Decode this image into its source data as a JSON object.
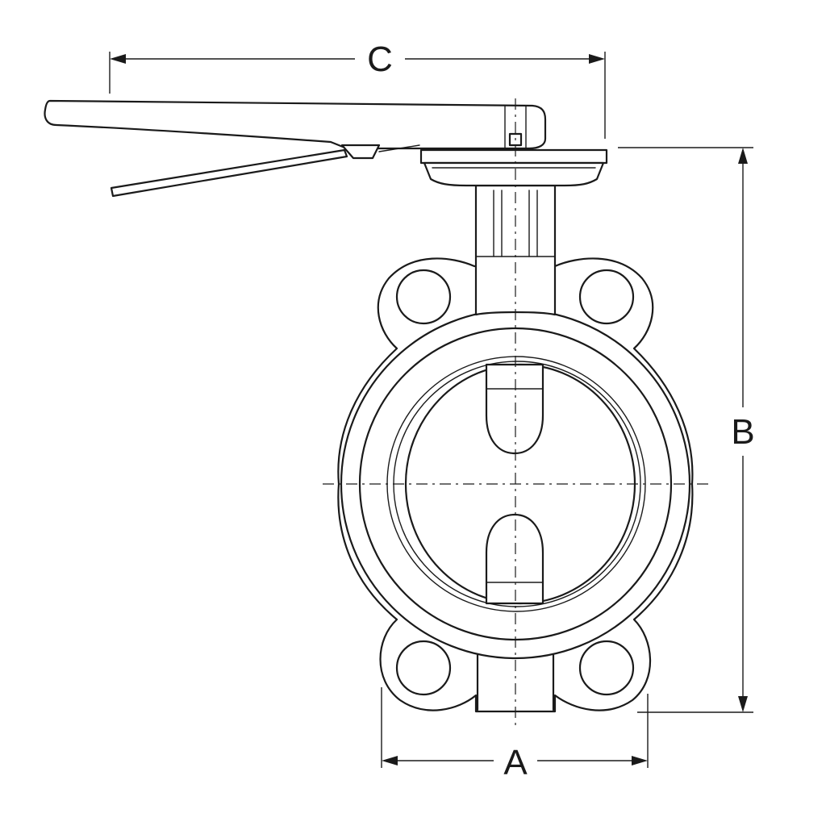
{
  "dimensions": {
    "A": "A",
    "B": "B",
    "C": "C"
  },
  "line_color": "#1a1a1a",
  "background_color": "#ffffff"
}
